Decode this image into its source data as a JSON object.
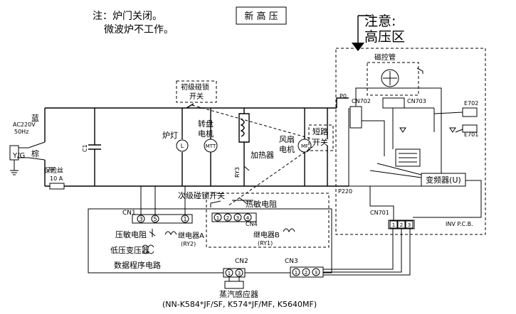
{
  "note": {
    "line1": "注：炉门关闭。",
    "line2": "微波炉不工作。"
  },
  "header_box": "新 高 压",
  "warning": {
    "line1": "注意:",
    "line2": "高压区"
  },
  "labels": {
    "magnetron": "磁控管",
    "primary_switch_line1": "初级碰锁",
    "primary_switch_line2": "开关",
    "short_switch_line1": "短路",
    "short_switch_line2": "开关",
    "lamp": "炉灯",
    "turntable_line1": "转盘",
    "turntable_line2": "电机",
    "fan_line1": "风扇",
    "fan_line2": "电机",
    "heater": "加热器",
    "secondary_switch": "次级碰锁开关",
    "thermistor": "热敏电阻",
    "relay_a": "继电器A",
    "relay_b": "继电器B",
    "varistor": "压敏电阻",
    "lv_transformer": "低压变压器",
    "data_circuit": "数据程序电路",
    "steam_sensor": "蒸汽感应器",
    "inverter": "变频器(U)",
    "blue": "蓝",
    "brown": "棕",
    "fuse_line1": "保险丝",
    "fuse_line2": "10 A",
    "ac_line1": "AC220V",
    "ac_line2": "50Hz",
    "yg": "Y/G"
  },
  "codes": {
    "c1": "C1",
    "ry3": "RY3",
    "ry2": "(RY2)",
    "ry1": "(RY1)",
    "cn1": "CN1",
    "cn2": "CN2",
    "cn3": "CN3",
    "cn4": "CN4",
    "cn701": "CN701",
    "cn702": "CN702",
    "cn703": "CN703",
    "p0": "P0",
    "p220": "P220",
    "e701": "E701",
    "e702": "E702",
    "inv_pcb": "INV P.C.B.",
    "lamp_symbol": "L",
    "turntable_symbol": "MTT",
    "fan_symbol": "MF"
  },
  "pins": {
    "cn1": [
      "3",
      "5",
      "1"
    ],
    "cn4": [
      "1",
      "2",
      "3",
      "4"
    ],
    "cn2": [
      "1",
      "3"
    ],
    "cn3": [
      "1",
      "2",
      "3"
    ],
    "cn701": [
      "1",
      "2",
      "3"
    ]
  },
  "models": "(NN-K584*JF/SF, K574*JF/MF, K5640MF)"
}
